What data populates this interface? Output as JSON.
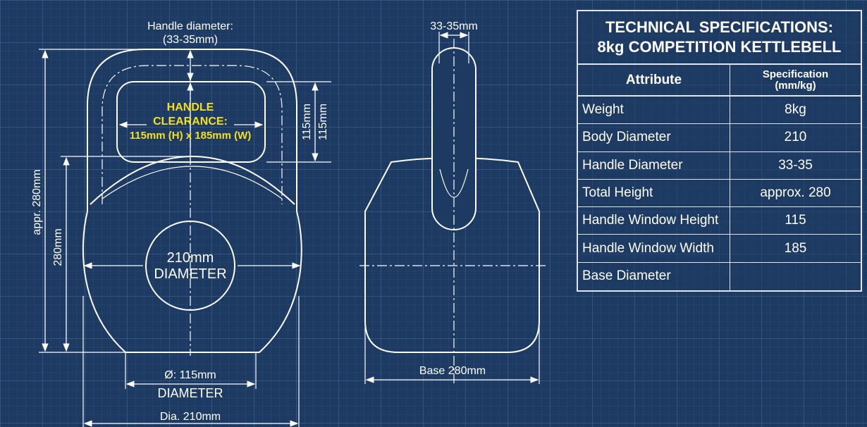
{
  "front_view": {
    "handle_diameter_label": "Handle diameter:",
    "handle_diameter_value": "(33-35mm)",
    "clearance_line1": "HANDLE",
    "clearance_line2": "CLEARANCE:",
    "clearance_line3": "115mm (H) x 185mm (W)",
    "window_height_a": "115mm",
    "window_height_b": "115mm",
    "total_height": "appr. 280mm",
    "body_height": "280mm",
    "center_line1": "210mm",
    "center_line2": "DIAMETER",
    "base_line1": "Ø: 115mm",
    "base_line2": "DIAMETER",
    "overall_dia": "Dia. 210mm"
  },
  "side_view": {
    "handle_thickness": "33-35mm",
    "base_width": "Base 280mm"
  },
  "specs": {
    "title_line1": "TECHNICAL SPECIFICATIONS:",
    "title_line2": "8kg COMPETITION KETTLEBELL",
    "header_attribute": "Attribute",
    "header_spec": "Specification\n(mm/kg)",
    "rows": [
      {
        "attribute": "Weight",
        "value": "8kg"
      },
      {
        "attribute": "Body Diameter",
        "value": "210"
      },
      {
        "attribute": "Handle Diameter",
        "value": "33-35"
      },
      {
        "attribute": "Total Height",
        "value": "approx. 280"
      },
      {
        "attribute": "Handle Window Height",
        "value": "115"
      },
      {
        "attribute": "Handle Window Width",
        "value": "185"
      },
      {
        "attribute": "Base Diameter",
        "value": ""
      }
    ]
  },
  "colors": {
    "background": "#1d3a63",
    "line": "#ffffff",
    "highlight": "#f4e020"
  }
}
